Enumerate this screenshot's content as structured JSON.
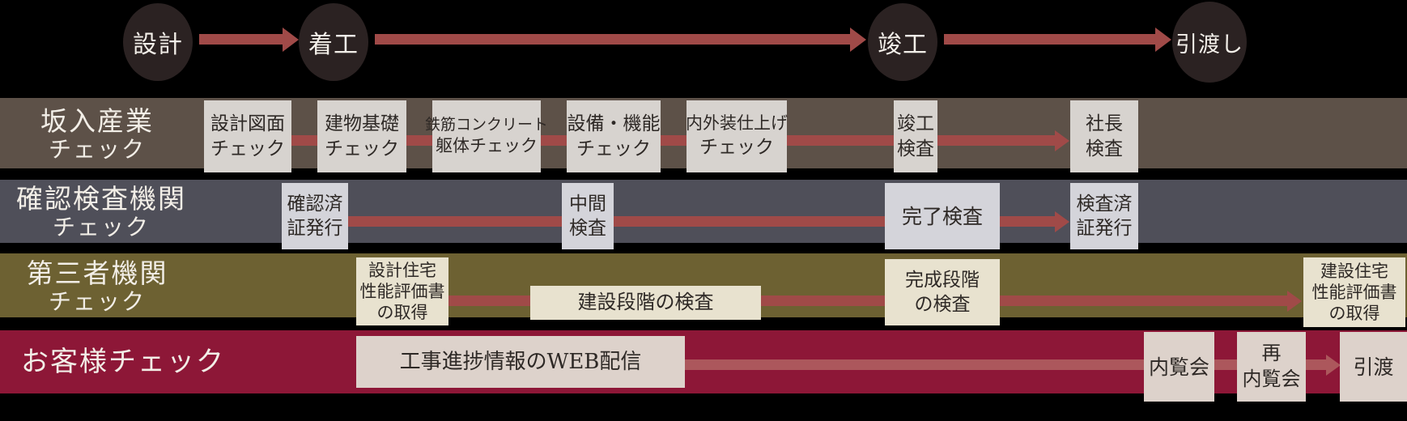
{
  "diagram_title": "construction-quality-check-process-flow",
  "milestones": [
    {
      "label": "設計"
    },
    {
      "label": "着工"
    },
    {
      "label": "竣工"
    },
    {
      "label": "引渡し"
    }
  ],
  "rows": [
    {
      "label_line1": "坂入産業",
      "label_line2": "チェック",
      "row_color": "#5d5148",
      "box_color": "#d7d3cf",
      "boxes": [
        [
          "設計図面",
          "チェック"
        ],
        [
          "建物基礎",
          "チェック"
        ],
        [
          "鉄筋コンクリート",
          "躯体チェック"
        ],
        [
          "設備・機能",
          "チェック"
        ],
        [
          "内外装仕上げ",
          "チェック"
        ],
        [
          "竣工",
          "検査"
        ],
        [
          "社長",
          "検査"
        ]
      ]
    },
    {
      "label_line1": "確認検査機関",
      "label_line2": "チェック",
      "row_color": "#4f4f59",
      "box_color": "#d4d4da",
      "boxes": [
        [
          "確認済",
          "証発行"
        ],
        [
          "中間",
          "検査"
        ],
        [
          "完了検査"
        ],
        [
          "検査済",
          "証発行"
        ]
      ]
    },
    {
      "label_line1": "第三者機関",
      "label_line2": "チェック",
      "row_color": "#6d6132",
      "box_color": "#e8e2cf",
      "boxes": [
        [
          "設計住宅",
          "性能評価書",
          "の取得"
        ],
        [
          "建設段階の検査"
        ],
        [
          "完成段階",
          "の検査"
        ],
        [
          "建設住宅",
          "性能評価書",
          "の取得"
        ]
      ]
    },
    {
      "label_line1": "お客様チェック",
      "label_line2": "",
      "row_color": "#8d1737",
      "box_color": "#ddd2cb",
      "boxes": [
        [
          "工事進捗情報のWEB配信"
        ],
        [
          "内覧会"
        ],
        [
          "再",
          "内覧会"
        ],
        [
          "引渡"
        ]
      ]
    }
  ],
  "colors": {
    "background": "#000000",
    "milestone_circle": "#2b2222",
    "arrow_red": "#a04a48",
    "arrow_red_light": "#ac575c",
    "label_text": "#f2eee7",
    "box_text": "#2e2926"
  }
}
